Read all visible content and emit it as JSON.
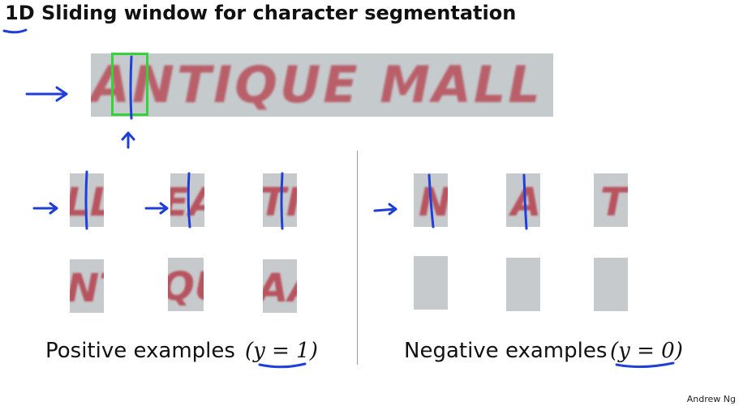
{
  "title": "1D Sliding window for character segmentation",
  "banner_text": "ANTIQUE MALL",
  "positive_caption": "Positive examples",
  "positive_label": "(y = 1)",
  "negative_caption": "Negative examples",
  "negative_label": "(y = 0)",
  "credit": "Andrew Ng",
  "positive_patches_row1": [
    "LL",
    "EA",
    "TI"
  ],
  "positive_patches_row2": [
    "NT",
    "QU",
    "AA"
  ],
  "negative_patches_row1": [
    "N",
    "A",
    "T"
  ],
  "colors": {
    "ink": "#1f3fd6",
    "window": "#35d23a",
    "patch_bg": "#c6cacd",
    "letters": "#b8545f"
  }
}
